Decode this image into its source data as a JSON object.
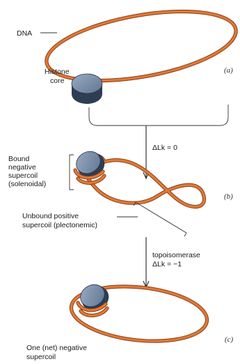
{
  "labels": {
    "dna": "DNA",
    "histone_line1": "Histone",
    "histone_line2": "core",
    "delta_lk_a": "ΔLk = 0",
    "bound_line1": "Bound",
    "bound_line2": "negative",
    "bound_line3": "supercoil",
    "bound_line4": "(solenoidal)",
    "unbound_line1": "Unbound positive",
    "unbound_line2": "supercoil (plectonemic)",
    "topo_line1": "topoisomerase",
    "topo_line2": "ΔLk = −1",
    "net_line1": "One (net) negative",
    "net_line2": "supercoil"
  },
  "panels": {
    "a": "(a)",
    "b": "(b)",
    "c": "(c)"
  },
  "colors": {
    "dna_fill": "#e07a3a",
    "dna_outline": "#8a3e10",
    "histone": "#5f7591"
  }
}
